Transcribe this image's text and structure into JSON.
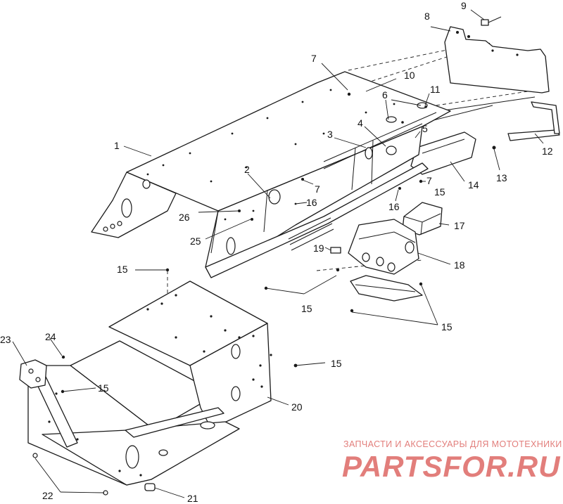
{
  "callouts": {
    "c1": "1",
    "c2": "2",
    "c3": "3",
    "c4": "4",
    "c5": "5",
    "c6": "6",
    "c7": "7",
    "c8": "8",
    "c9": "9",
    "c10": "10",
    "c11": "11",
    "c12": "12",
    "c13": "13",
    "c14": "14",
    "c15": "15",
    "c16": "16",
    "c17": "17",
    "c18": "18",
    "c19": "19",
    "c20": "20",
    "c21": "21",
    "c22": "22",
    "c23": "23",
    "c24": "24",
    "c25": "25",
    "c26": "26"
  },
  "watermark": {
    "tagline": "ЗАПЧАСТИ И АКСЕССУАРЫ ДЛЯ МОТОТЕХНИКИ",
    "brand": "PARTSFOR.RU",
    "color": "#d9534f"
  },
  "colors": {
    "line": "#1a1a1a",
    "background": "#ffffff"
  }
}
